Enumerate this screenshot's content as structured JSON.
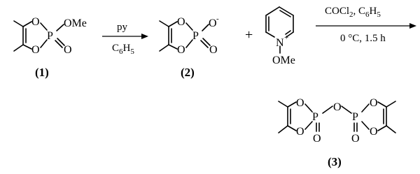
{
  "compounds": {
    "c1": {
      "label": "(1)",
      "substituent": "OMe",
      "p": "P",
      "ring_o": "O",
      "exo_o": "O"
    },
    "c2": {
      "label": "(2)",
      "p": "P",
      "ring_o": "O",
      "exo_o": "O",
      "anion_o": "O",
      "charge": "-"
    },
    "pyox": {
      "n": "N",
      "charge": "+",
      "substituent": "OMe"
    },
    "c3": {
      "label": "(3)",
      "p": "P",
      "ring_o": "O",
      "bridge_o": "O",
      "exo_o": "O"
    }
  },
  "plus": "+",
  "arrow1": {
    "above": "py",
    "below_main": "C",
    "below_sub": "6",
    "below_rest": "H",
    "below_sub2": "5"
  },
  "arrow2": {
    "above_part1": "COCl",
    "above_sub1": "2",
    "above_part2": ", C",
    "above_sub2": "6",
    "above_part3": "H",
    "above_sub3": "5",
    "below": "0 °C, 1.5 h"
  }
}
